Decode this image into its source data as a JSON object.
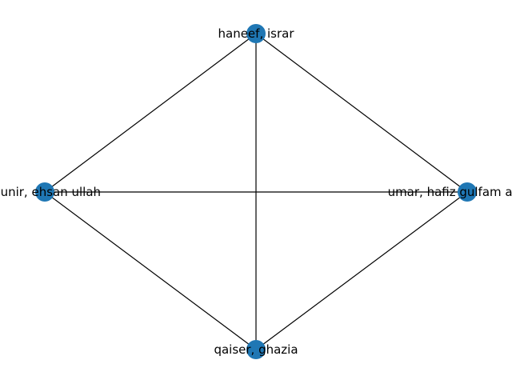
{
  "graph": {
    "node_color": "#1f77b4",
    "edge_color": "#000000",
    "nodes": [
      {
        "id": "top",
        "label": "haneef, israr"
      },
      {
        "id": "left",
        "label": "munir, ehsan ullah"
      },
      {
        "id": "right",
        "label": "umar, hafiz gulfam ahmad"
      },
      {
        "id": "bottom",
        "label": "qaiser, ghazia"
      }
    ],
    "edges": [
      {
        "from": "top",
        "to": "left"
      },
      {
        "from": "top",
        "to": "right"
      },
      {
        "from": "top",
        "to": "bottom"
      },
      {
        "from": "left",
        "to": "right"
      },
      {
        "from": "left",
        "to": "bottom"
      },
      {
        "from": "right",
        "to": "bottom"
      }
    ]
  }
}
